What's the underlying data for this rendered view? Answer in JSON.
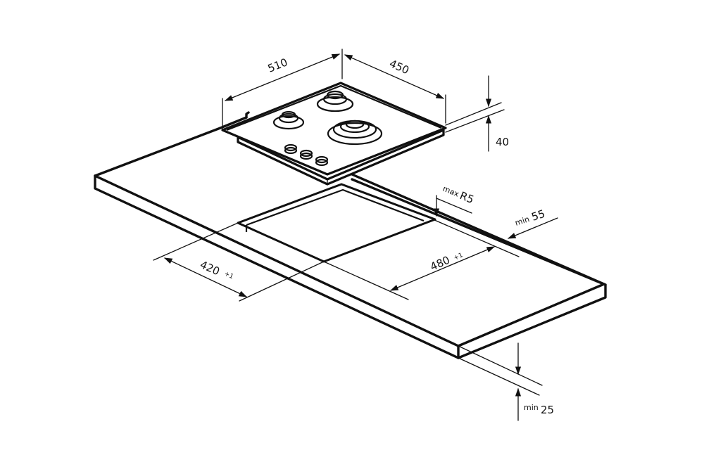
{
  "dimensions": {
    "hob_width": "510",
    "hob_depth": "450",
    "hob_height": "40",
    "cutout_width": "480",
    "cutout_width_tol": "+1",
    "cutout_depth": "420",
    "cutout_depth_tol": "+1",
    "corner_radius_prefix": "max",
    "corner_radius": "R5",
    "back_clearance_prefix": "min",
    "back_clearance": "55",
    "worktop_thickness_prefix": "min",
    "worktop_thickness": "25"
  }
}
